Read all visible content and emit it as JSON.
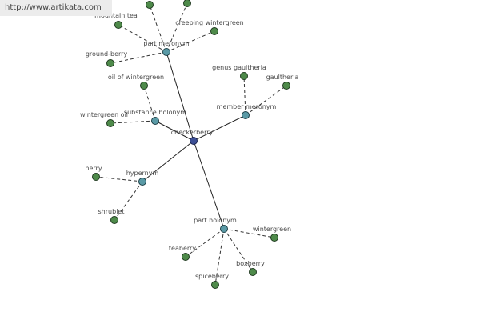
{
  "banner": {
    "url": "http://www.artikata.com"
  },
  "graph": {
    "center": {
      "id": "checkerberry",
      "label": "checkerberry"
    },
    "relations": [
      {
        "id": "part-meronym",
        "label": "part meronym",
        "leaves": [
          "mountain tea",
          "creeping wintergreen",
          "ground-berry",
          "",
          ""
        ]
      },
      {
        "id": "substance-holonym",
        "label": "substance holonym",
        "leaves": [
          "oil of wintergreen",
          "wintergreen oil"
        ]
      },
      {
        "id": "member-meronym",
        "label": "member meronym",
        "leaves": [
          "genus gaultheria",
          "gaultheria"
        ]
      },
      {
        "id": "hypernym",
        "label": "hypernym",
        "leaves": [
          "berry",
          "shrublet"
        ]
      },
      {
        "id": "part-holonym",
        "label": "part holonym",
        "leaves": [
          "wintergreen",
          "teaberry",
          "boxberry",
          "spiceberry"
        ]
      }
    ]
  }
}
